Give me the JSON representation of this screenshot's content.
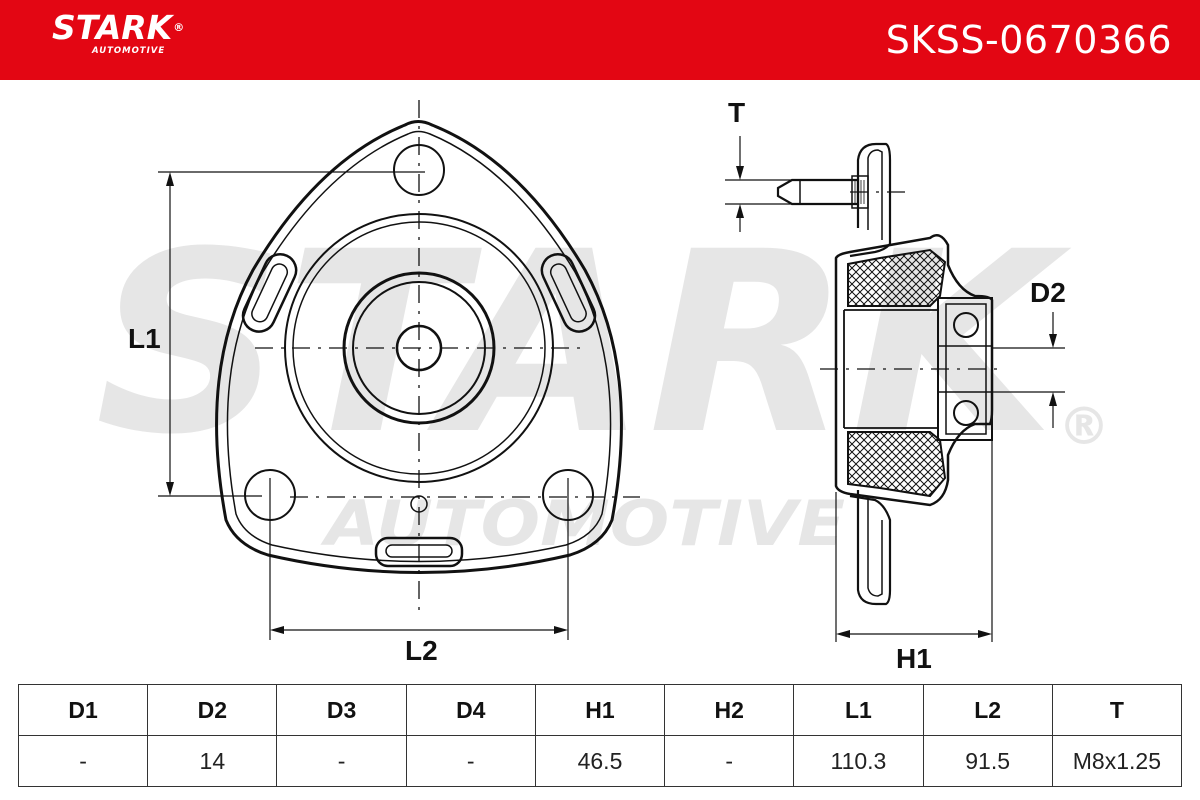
{
  "header": {
    "brand_name": "STARK",
    "brand_registered": "®",
    "brand_sub": "AUTOMOTIVE",
    "part_number": "SKSS-0670366",
    "background_color": "#e30613",
    "text_color": "#ffffff"
  },
  "watermark": {
    "main": "STARK",
    "sub": "AUTOMOTIVE",
    "registered": "®",
    "color": "#e6e6e6"
  },
  "drawing": {
    "labels": {
      "l1": "L1",
      "l2": "L2",
      "t": "T",
      "d2": "D2",
      "h1": "H1"
    }
  },
  "spec_table": {
    "headers": [
      "D1",
      "D2",
      "D3",
      "D4",
      "H1",
      "H2",
      "L1",
      "L2",
      "T"
    ],
    "values": [
      "-",
      "14",
      "-",
      "-",
      "46.5",
      "-",
      "110.3",
      "91.5",
      "M8x1.25"
    ]
  }
}
